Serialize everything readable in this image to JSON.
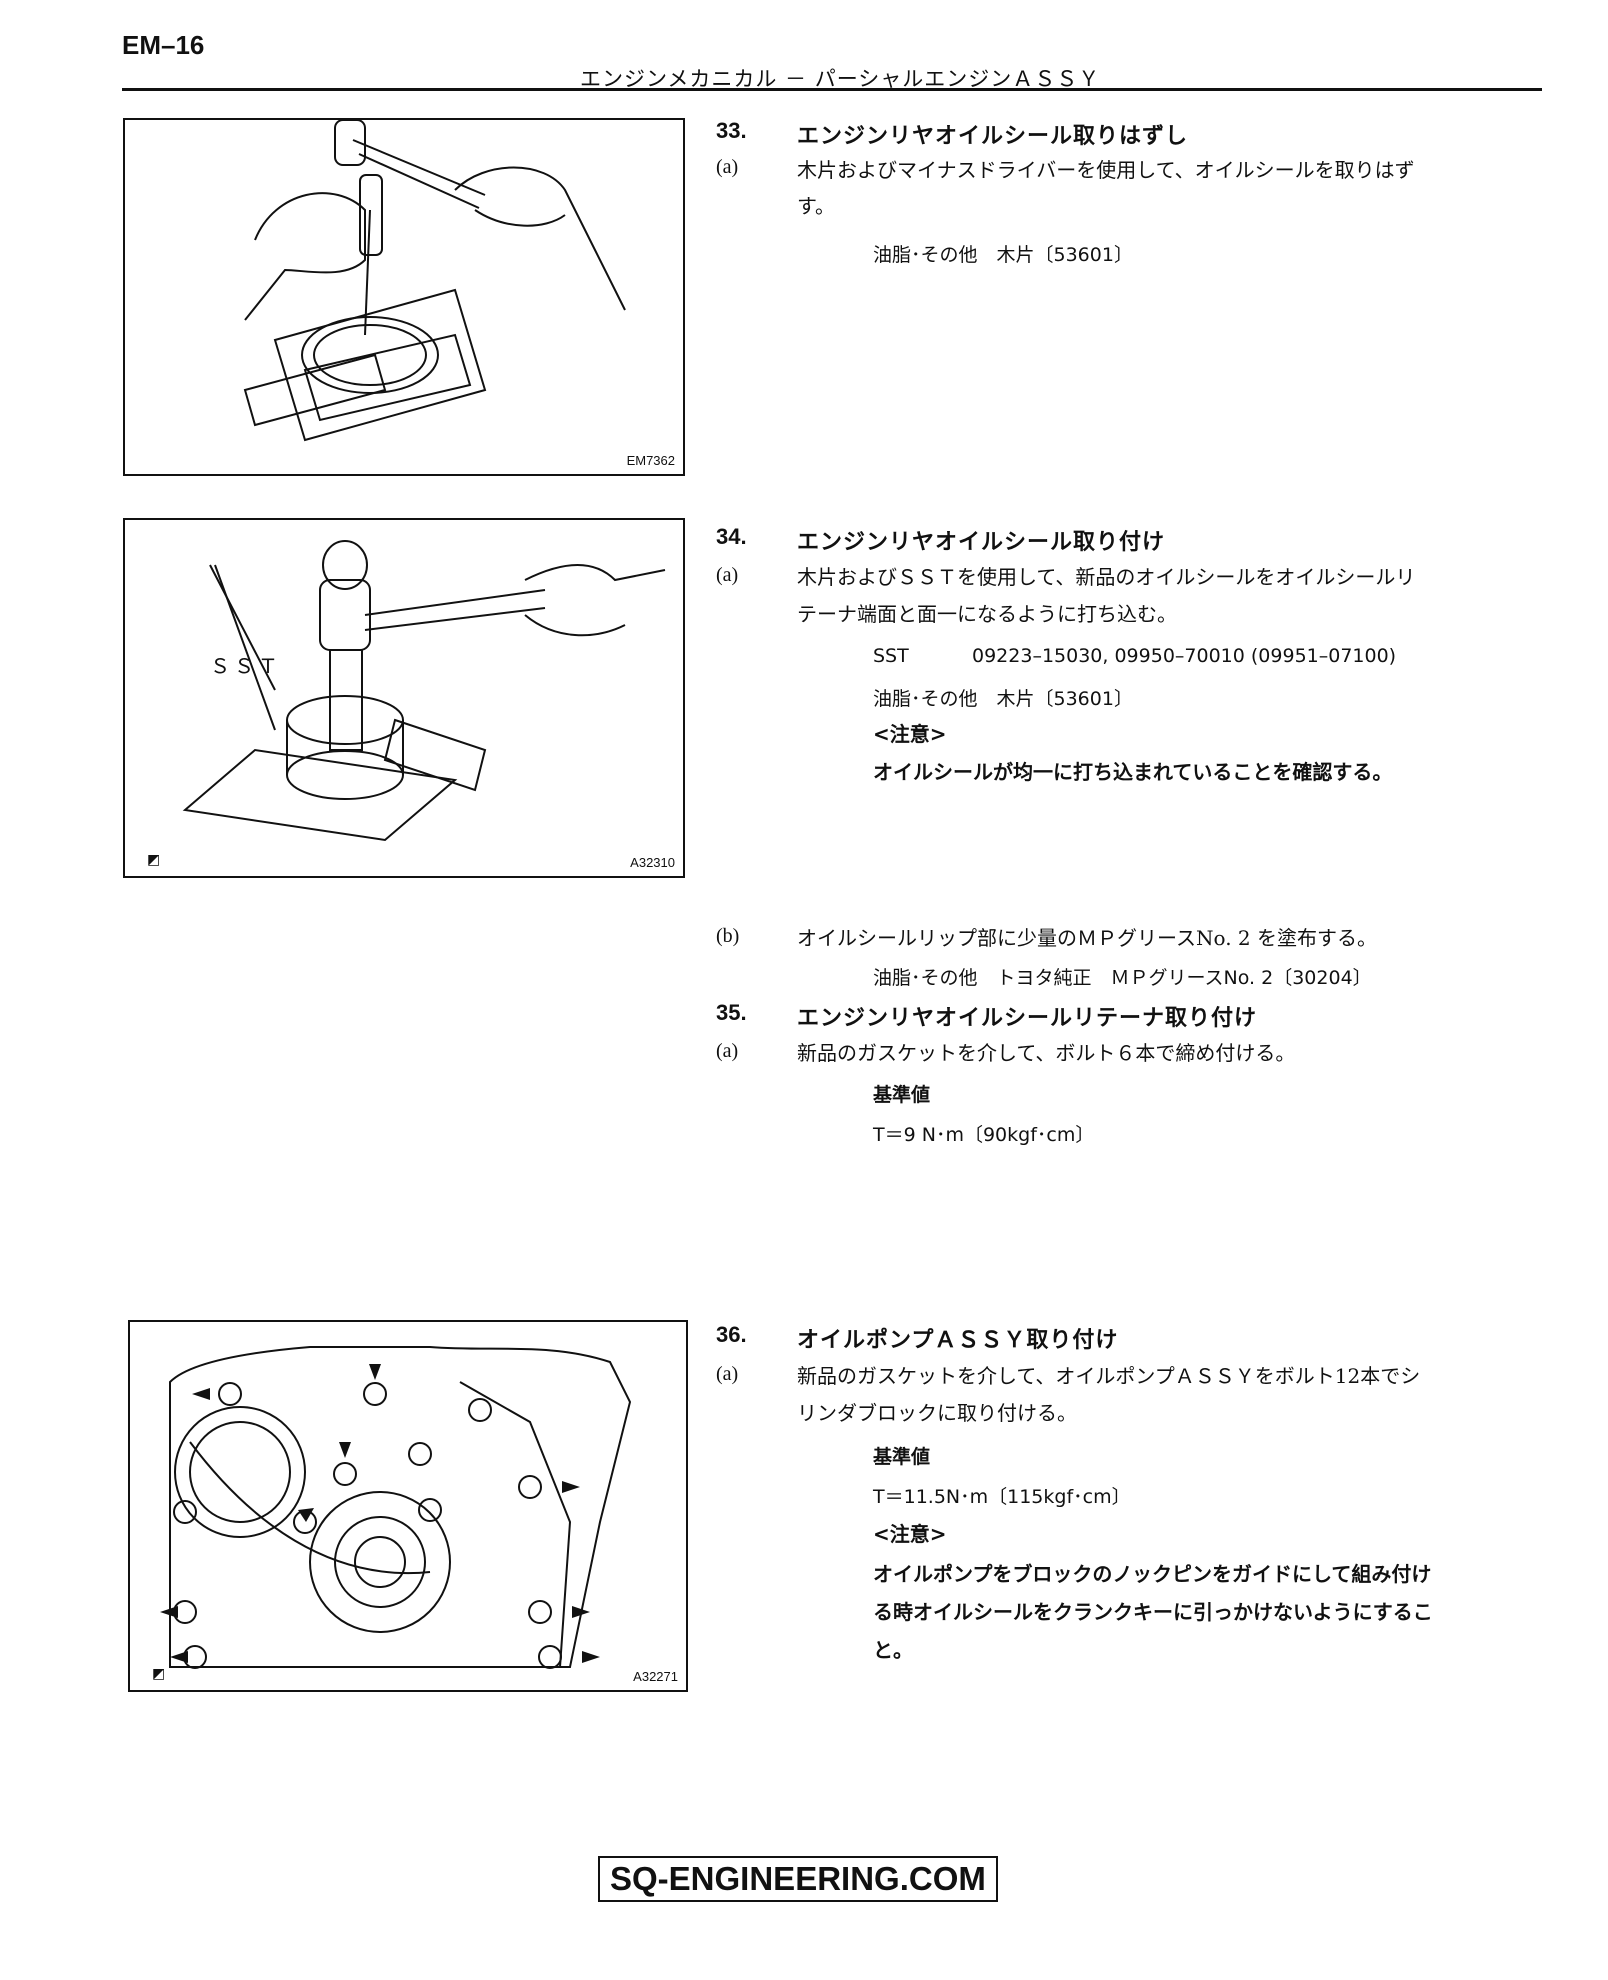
{
  "header": {
    "page_code": "EM–16",
    "section_title": "エンジンメカニカル － パーシャルエンジンＡＳＳＹ"
  },
  "figures": {
    "fig1": {
      "code": "EM7362"
    },
    "fig2": {
      "code": "A32310",
      "label_sst": "ＳＳＴ"
    },
    "fig3": {
      "code": "A32271"
    }
  },
  "steps": {
    "s33": {
      "number": "33.",
      "title": "エンジンリヤオイルシール取りはずし",
      "a_label": "(a)",
      "a_text_line1": "木片およびマイナスドライバーを使用して、オイルシールを取りはず",
      "a_text_line2": "す。",
      "a_spec": "油脂･その他　木片〔53601〕"
    },
    "s34": {
      "number": "34.",
      "title": "エンジンリヤオイルシール取り付け",
      "a_label": "(a)",
      "a_text_line1": "木片およびＳＳＴを使用して、新品のオイルシールをオイルシールリ",
      "a_text_line2": "テーナ端面と面一になるように打ち込む。",
      "a_sst_label": "SST",
      "a_sst_value": "09223–15030, 09950–70010 (09951–07100)",
      "a_spec": "油脂･その他　木片〔53601〕",
      "a_caution_label": "<注意>",
      "a_caution_text": "オイルシールが均一に打ち込まれていることを確認する。",
      "b_label": "(b)",
      "b_text": "オイルシールリップ部に少量のＭＰグリースNo. 2 を塗布する。",
      "b_spec": "油脂･その他　トヨタ純正　ＭＰグリースNo. 2〔30204〕"
    },
    "s35": {
      "number": "35.",
      "title": "エンジンリヤオイルシールリテーナ取り付け",
      "a_label": "(a)",
      "a_text": "新品のガスケットを介して、ボルト６本で締め付ける。",
      "a_std_label": "基準値",
      "a_std_value": "T＝9 N･m〔90kgf･cm〕"
    },
    "s36": {
      "number": "36.",
      "title": "オイルポンプＡＳＳＹ取り付け",
      "a_label": "(a)",
      "a_text_line1": "新品のガスケットを介して、オイルポンプＡＳＳＹをボルト12本でシ",
      "a_text_line2": "リンダブロックに取り付ける。",
      "a_std_label": "基準値",
      "a_std_value": "T＝11.5N･m〔115kgf･cm〕",
      "a_caution_label": "<注意>",
      "a_caution_line1": "オイルポンプをブロックのノックピンをガイドにして組み付け",
      "a_caution_line2": "る時オイルシールをクランクキーに引っかけないようにするこ",
      "a_caution_line3": "と。"
    }
  },
  "footer": {
    "site": "SQ-ENGINEERING.COM"
  }
}
